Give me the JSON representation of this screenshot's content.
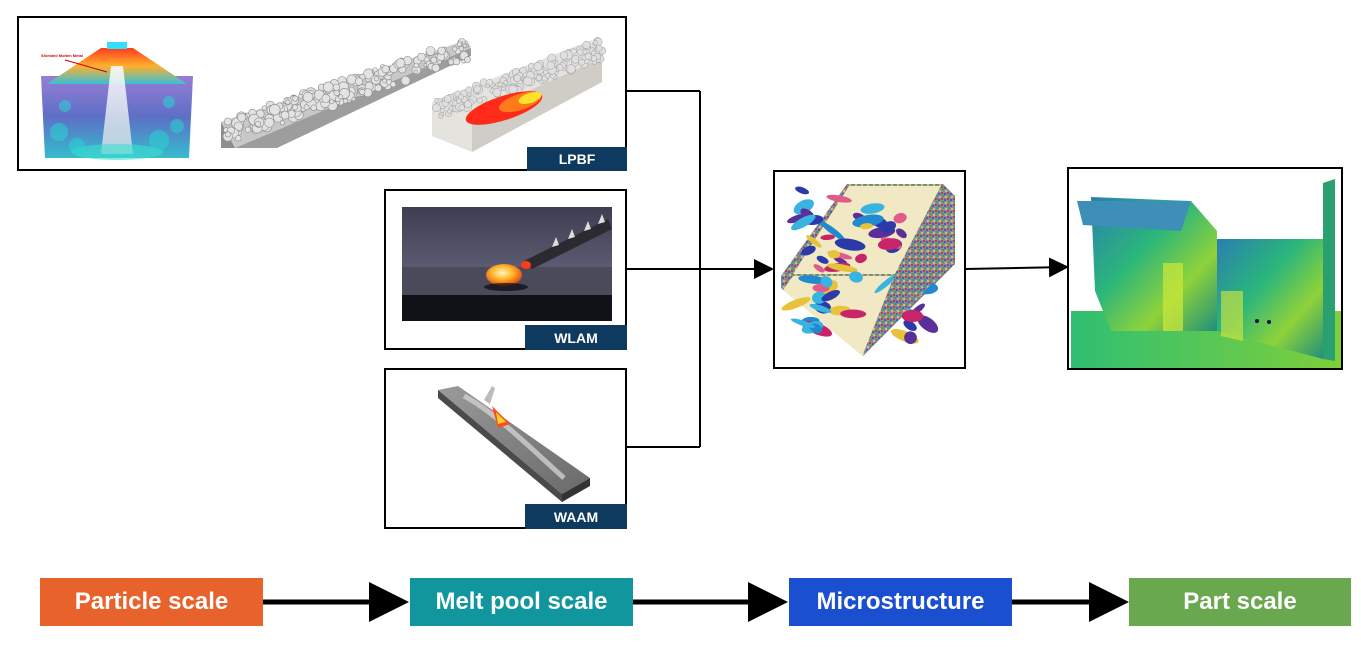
{
  "panels": {
    "lpbf": {
      "label": "LPBF",
      "inset_caption": "Shielded Molten Metal"
    },
    "wlam": {
      "label": "WLAM"
    },
    "waam": {
      "label": "WAAM"
    }
  },
  "scales": [
    {
      "label": "Particle scale",
      "color": "#e8622c"
    },
    {
      "label": "Melt pool scale",
      "color": "#12969e"
    },
    {
      "label": "Microstructure",
      "color": "#1a4fd0"
    },
    {
      "label": "Part scale",
      "color": "#6aa84f"
    }
  ]
}
